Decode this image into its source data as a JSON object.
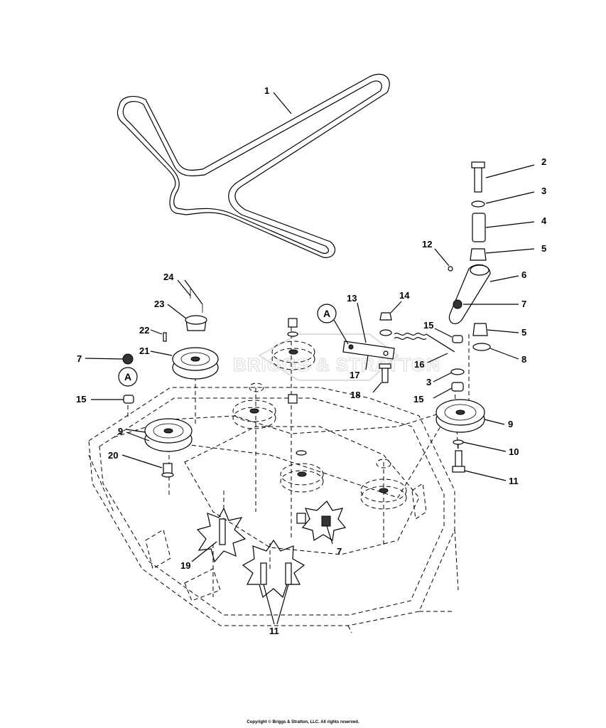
{
  "watermark": "BRIGGS & STRATTON",
  "copyright": "Copyright © Briggs & Stratton, LLC. All rights reserved.",
  "callouts": {
    "c1": "1",
    "c2": "2",
    "c3a": "3",
    "c4": "4",
    "c5a": "5",
    "c12": "12",
    "c6": "6",
    "c7a": "7",
    "c5b": "5",
    "c8": "8",
    "c13": "13",
    "c14": "14",
    "c15a": "15",
    "c16": "16",
    "c17": "17",
    "c18": "18",
    "c3b": "3",
    "c15b": "15",
    "c9a": "9",
    "c10": "10",
    "c11a": "11",
    "c24": "24",
    "c23": "23",
    "c22": "22",
    "c21": "21",
    "c7b": "7",
    "c15c": "15",
    "c9b": "9",
    "c20": "20",
    "c19": "19",
    "c7c": "7",
    "c11b": "11"
  },
  "reference_markers": {
    "a1": "A",
    "a2": "A"
  }
}
